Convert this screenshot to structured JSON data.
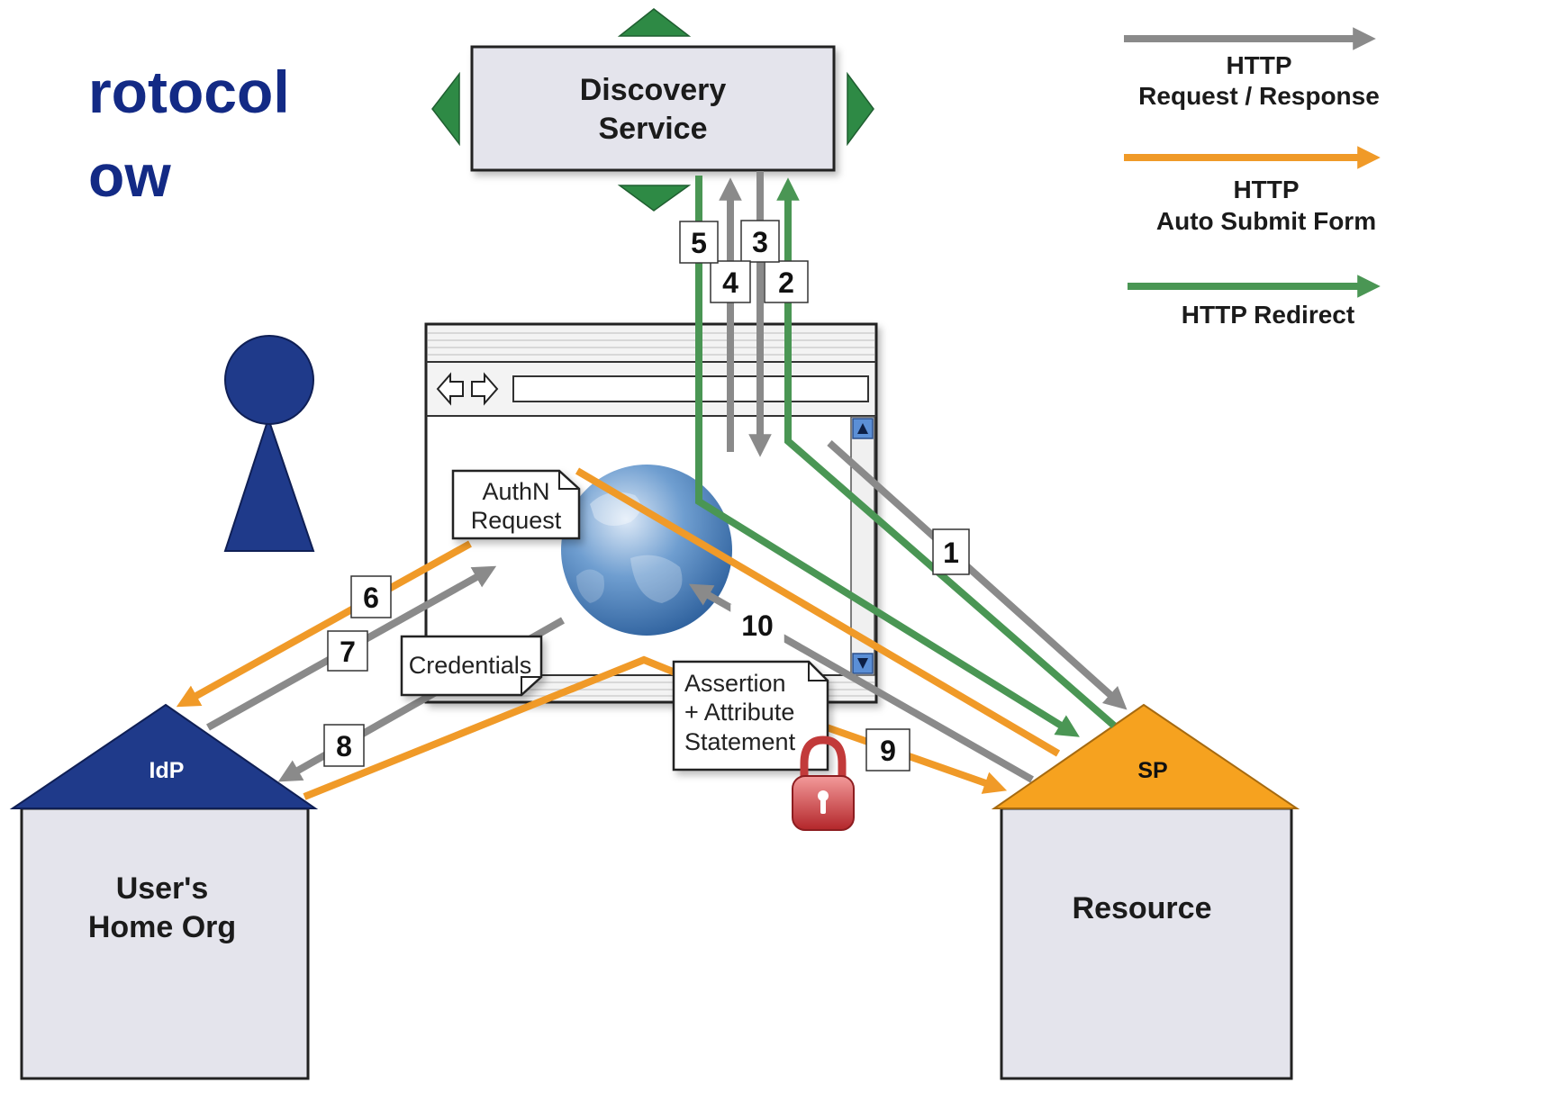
{
  "title": {
    "line1": "rotocol",
    "line2": "ow"
  },
  "discovery": {
    "line1": "Discovery",
    "line2": "Service"
  },
  "idp": {
    "roof": "IdP",
    "line1": "User's",
    "line2": "Home Org"
  },
  "sp": {
    "roof": "SP",
    "body": "Resource"
  },
  "legend": {
    "request_response": {
      "line1": "HTTP",
      "line2": "Request / Response",
      "color": "#8a8a8a"
    },
    "auto_submit": {
      "line1": "HTTP",
      "line2": "Auto Submit Form",
      "color": "#f09a28"
    },
    "redirect": {
      "line1": "HTTP Redirect",
      "color": "#4a9654"
    }
  },
  "notes": {
    "authn": {
      "line1": "AuthN",
      "line2": "Request"
    },
    "credentials": {
      "line1": "Credentials"
    },
    "assertion": {
      "line1": "Assertion",
      "line2": "+ Attribute",
      "line3": "Statement"
    }
  },
  "steps": {
    "s1": "1",
    "s2": "2",
    "s3": "3",
    "s4": "4",
    "s5": "5",
    "s6": "6",
    "s7": "7",
    "s8": "8",
    "s9": "9",
    "s10": "10"
  },
  "colors": {
    "gray": "#8a8a8a",
    "orange": "#f09a28",
    "green": "#4a9654",
    "navy": "#1f3a8a",
    "box_fill": "#e4e4ec",
    "title": "#132a85",
    "sp_roof": "#f6a21f"
  },
  "icons": [
    "user-icon",
    "globe-icon",
    "lock-icon",
    "back-forward-icon",
    "scroll-up-icon",
    "scroll-down-icon"
  ]
}
